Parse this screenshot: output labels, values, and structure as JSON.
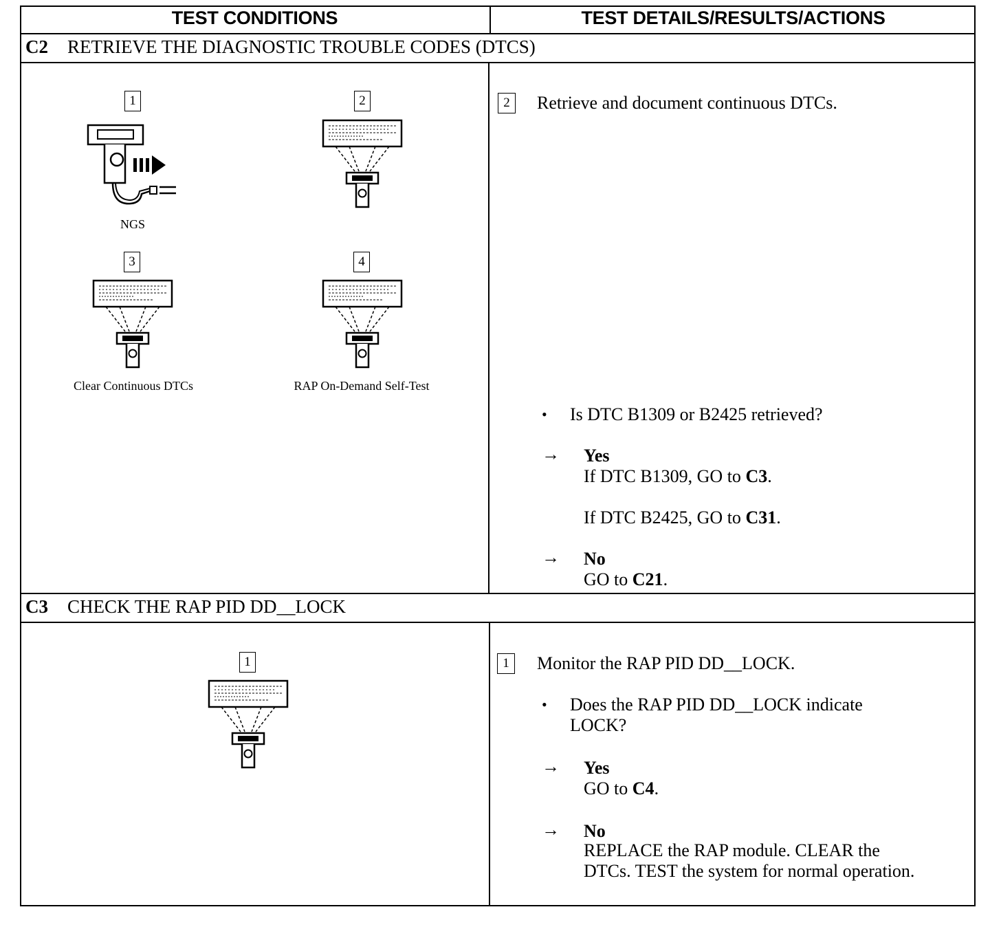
{
  "header": {
    "left": "TEST CONDITIONS",
    "right": "TEST DETAILS/RESULTS/ACTIONS"
  },
  "c2": {
    "step_id": "C2",
    "title": "RETRIEVE THE DIAGNOSTIC TROUBLE CODES (DTCS)",
    "illustrations": [
      {
        "num": "1",
        "icon": "ngs-tester-connect-icon",
        "caption": "NGS"
      },
      {
        "num": "2",
        "icon": "scan-tool-screen-icon",
        "caption": ""
      },
      {
        "num": "3",
        "icon": "scan-tool-screen-icon",
        "caption": "Clear Continuous DTCs"
      },
      {
        "num": "4",
        "icon": "scan-tool-screen-icon",
        "caption": "RAP On-Demand Self-Test"
      }
    ],
    "detail": {
      "ref_num": "2",
      "instruction": "Retrieve and document continuous DTCs.",
      "question": "Is DTC B1309 or B2425 retrieved?",
      "yes_label": "Yes",
      "yes_line1_pre": "If DTC B1309, GO to ",
      "yes_line1_ref": "C3",
      "yes_line1_post": ".",
      "yes_line2_pre": "If DTC B2425, GO to ",
      "yes_line2_ref": "C31",
      "yes_line2_post": ".",
      "no_label": "No",
      "no_line_pre": "GO to ",
      "no_line_ref": "C21",
      "no_line_post": "."
    }
  },
  "c3": {
    "step_id": "C3",
    "title": "CHECK THE RAP PID DD__LOCK",
    "illustrations": [
      {
        "num": "1",
        "icon": "scan-tool-screen-icon",
        "caption": ""
      }
    ],
    "detail": {
      "ref_num": "1",
      "instruction": "Monitor the RAP PID DD__LOCK.",
      "question_line1": "Does the RAP PID DD__LOCK indicate",
      "question_line2": "LOCK?",
      "yes_label": "Yes",
      "yes_line_pre": "GO to ",
      "yes_line_ref": "C4",
      "yes_line_post": ".",
      "no_label": "No",
      "no_line1": "REPLACE the RAP module. CLEAR the",
      "no_line2": "DTCs. TEST the system for normal operation."
    }
  },
  "symbols": {
    "bullet": "•",
    "arrow": "→"
  }
}
